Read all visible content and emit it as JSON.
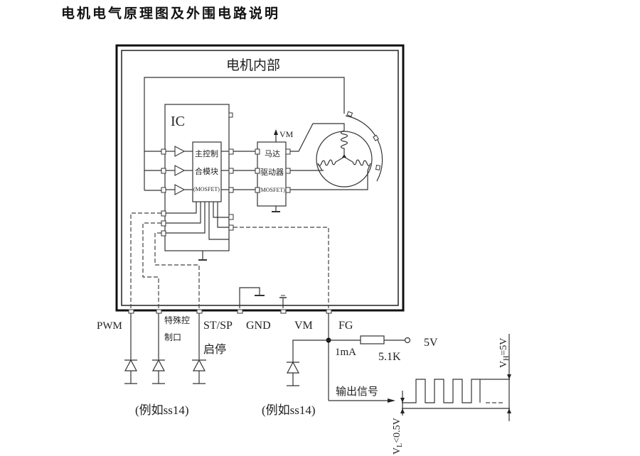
{
  "title": "电机电气原理图及外围电路说明",
  "motor_internal": {
    "label": "电机内部",
    "ic_label": "IC",
    "control_block": [
      "主控制",
      "合模块",
      "(MOSFET)"
    ],
    "driver_block": [
      "马达",
      "驱动器",
      "(MOSFET)"
    ],
    "vm_label": "VM"
  },
  "terminals": {
    "pwm": "PWM",
    "special_control": [
      "特殊控",
      "制口"
    ],
    "st_sp": "ST/SP",
    "start_stop": "启停",
    "gnd": "GND",
    "vm": "VM",
    "fg": "FG"
  },
  "external": {
    "diode_note_left": "(例如ss14)",
    "diode_note_right": "(例如ss14)",
    "current": "1mA",
    "resistor": "5.1K",
    "supply": "5V",
    "output_signal": "输出信号",
    "vh_label": "V",
    "vh_sub": "H",
    "vh_value": "=5V",
    "vl_label": "V",
    "vl_sub": "L",
    "vl_value": "<0.5V"
  }
}
